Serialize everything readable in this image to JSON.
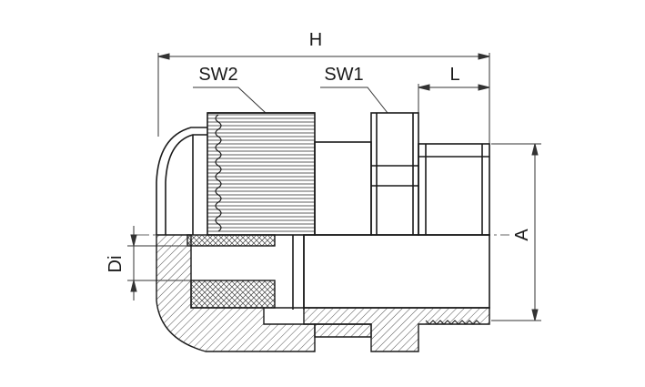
{
  "diagram": {
    "labels": {
      "H": "H",
      "SW2": "SW2",
      "SW1": "SW1",
      "L": "L",
      "A": "A",
      "Di": "Di"
    },
    "colors": {
      "line": "#1a1a1a",
      "dim": "#333333",
      "hatch": "#444444",
      "background": "#ffffff"
    }
  }
}
